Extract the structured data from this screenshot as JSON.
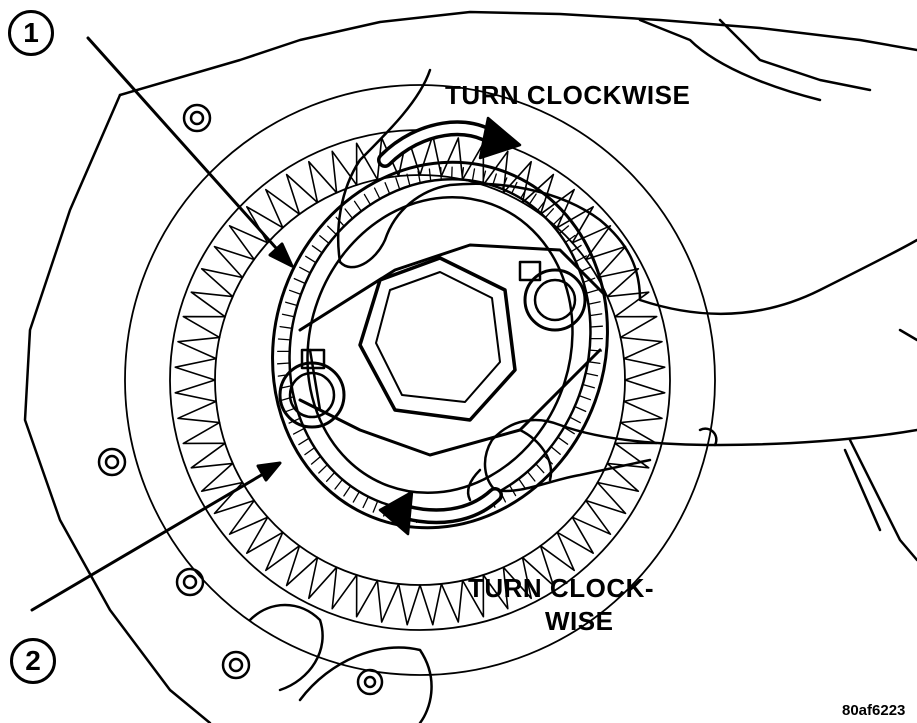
{
  "labels": {
    "top_instruction": "TURN CLOCKWISE",
    "bottom_instruction_line1": "TURN CLOCK-",
    "bottom_instruction_line2": "WISE"
  },
  "callouts": [
    {
      "number": "1"
    },
    {
      "number": "2"
    }
  ],
  "figure_id": "80af6223",
  "colors": {
    "ink": "#000000",
    "paper": "#ffffff"
  }
}
